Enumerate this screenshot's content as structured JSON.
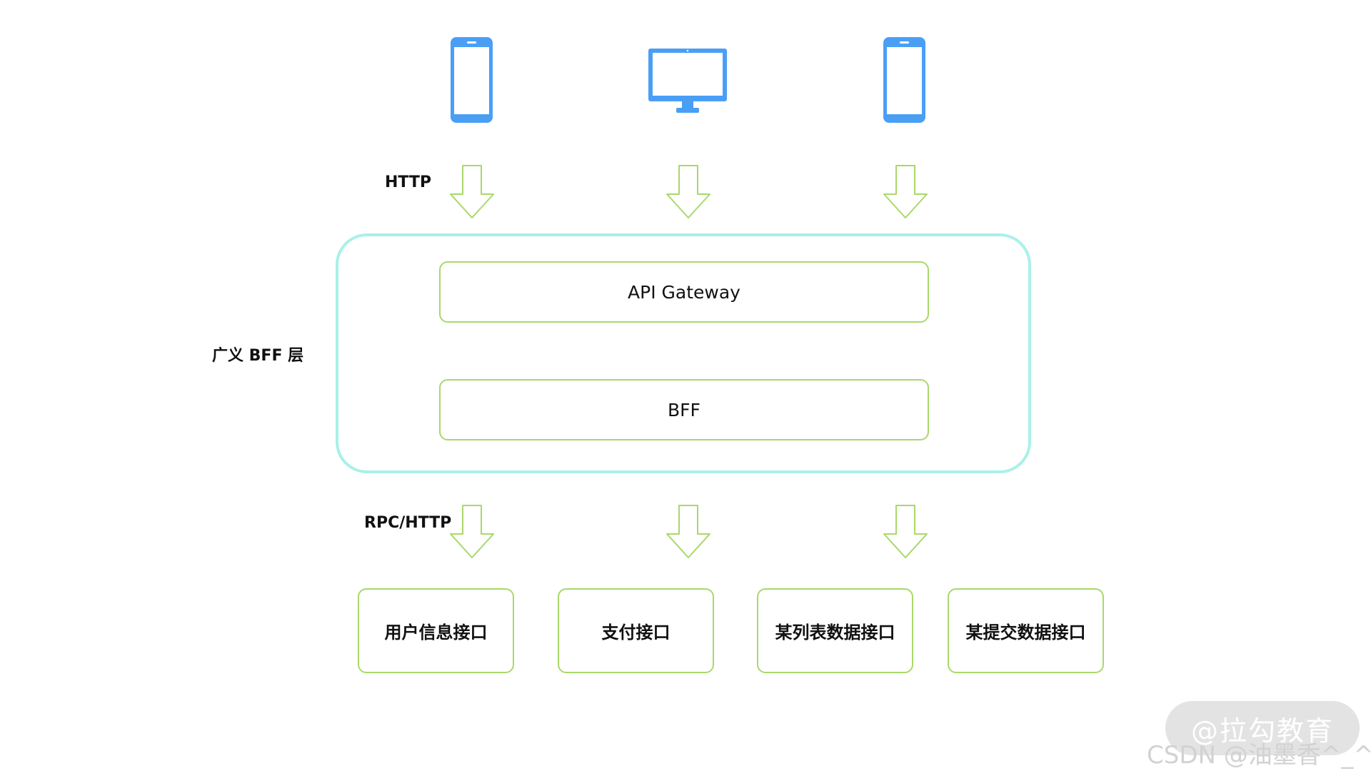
{
  "labels": {
    "http": "HTTP",
    "bff_layer": "广义 BFF 层",
    "rpc_http": "RPC/HTTP"
  },
  "gateway": {
    "api_gateway": "API Gateway",
    "bff": "BFF"
  },
  "services": [
    "用户信息接口",
    "支付接口",
    "某列表数据接口",
    "某提交数据接口"
  ],
  "clients": [
    "phone-icon",
    "desktop-monitor-icon",
    "phone-icon"
  ],
  "watermark": {
    "lagou": "@拉勾教育",
    "csdn": "CSDN @油墨香^_^"
  },
  "colors": {
    "device": "#4a9ff5",
    "arrow": "#a9d86a",
    "container_border": "#a8f1e8",
    "box_border": "#a9d86a"
  }
}
